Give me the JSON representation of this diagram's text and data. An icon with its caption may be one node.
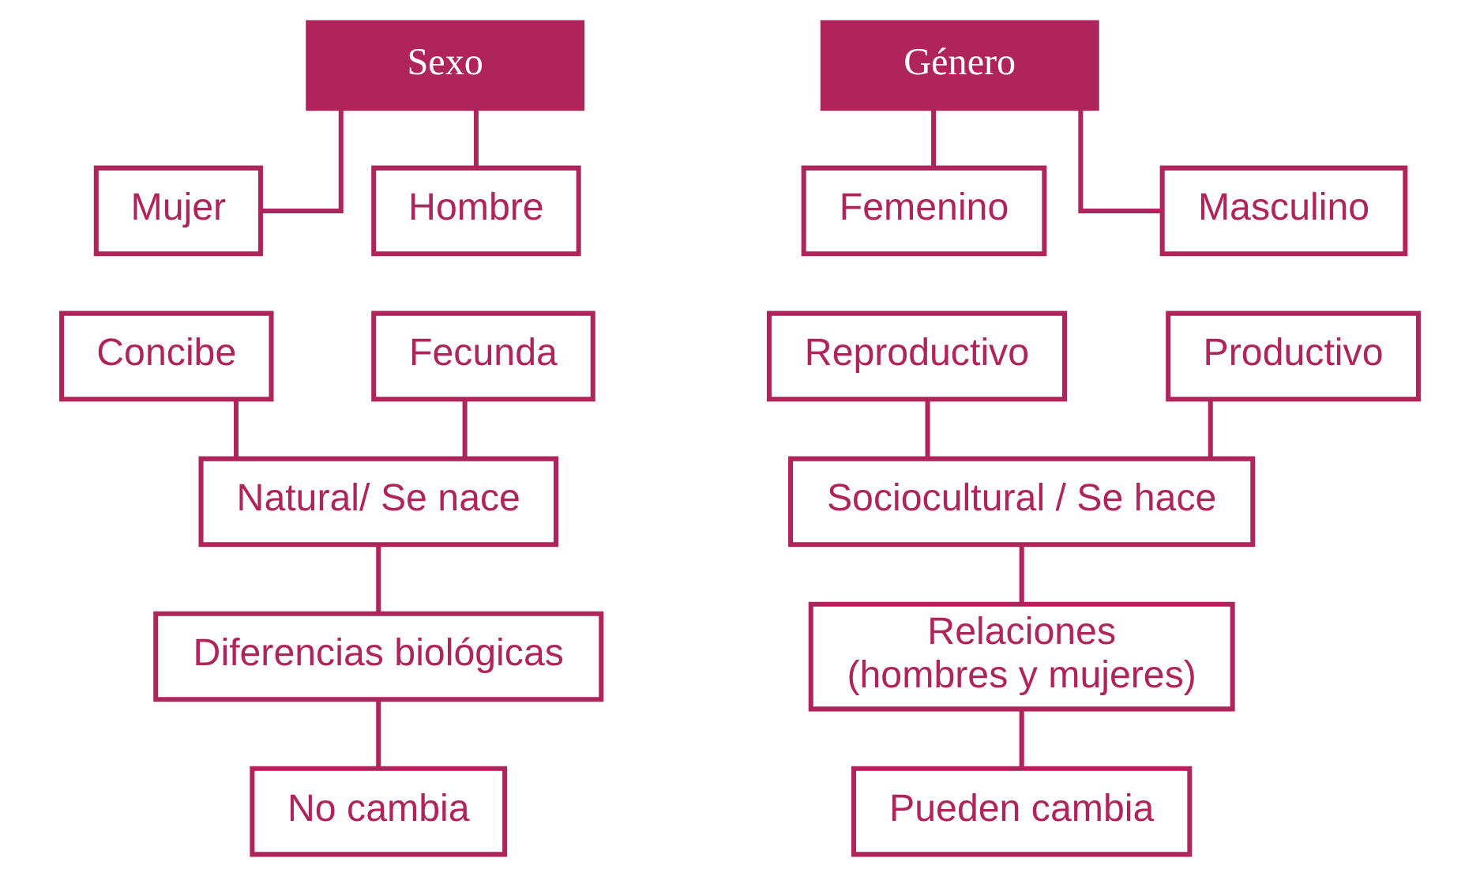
{
  "diagram": {
    "nodes": [
      {
        "text": [
          "Sexo"
        ]
      },
      {
        "text": [
          "Mujer"
        ]
      },
      {
        "text": [
          "Hombre"
        ]
      },
      {
        "text": [
          "Concibe"
        ]
      },
      {
        "text": [
          "Fecunda"
        ]
      },
      {
        "text": [
          "Natural/ Se nace"
        ]
      },
      {
        "text": [
          "Diferencias biológicas"
        ]
      },
      {
        "text": [
          "No cambia"
        ]
      },
      {
        "text": [
          "Género"
        ]
      },
      {
        "text": [
          "Femenino"
        ]
      },
      {
        "text": [
          "Masculino"
        ]
      },
      {
        "text": [
          "Reproductivo"
        ]
      },
      {
        "text": [
          "Productivo"
        ]
      },
      {
        "text": [
          "Sociocultural / Se hace"
        ]
      },
      {
        "text": [
          "Relaciones (hombres y mujeres)"
        ]
      },
      {
        "text": [
          "Pueden cambia"
        ]
      }
    ],
    "edges": [
      {
        "from": 0,
        "to": 1,
        "arrow": "none"
      },
      {
        "from": 0,
        "to": 2,
        "arrow": "none"
      },
      {
        "from": 3,
        "to": 5,
        "arrow": "none"
      },
      {
        "from": 4,
        "to": 5,
        "arrow": "none"
      },
      {
        "from": 5,
        "to": 6,
        "arrow": "none"
      },
      {
        "from": 6,
        "to": 7,
        "arrow": "none"
      },
      {
        "from": 8,
        "to": 9,
        "arrow": "none"
      },
      {
        "from": 8,
        "to": 10,
        "arrow": "none"
      },
      {
        "from": 11,
        "to": 13,
        "arrow": "none"
      },
      {
        "from": 12,
        "to": 13,
        "arrow": "none"
      },
      {
        "from": 13,
        "to": 14,
        "arrow": "none"
      },
      {
        "from": 14,
        "to": 15,
        "arrow": "none"
      }
    ]
  }
}
